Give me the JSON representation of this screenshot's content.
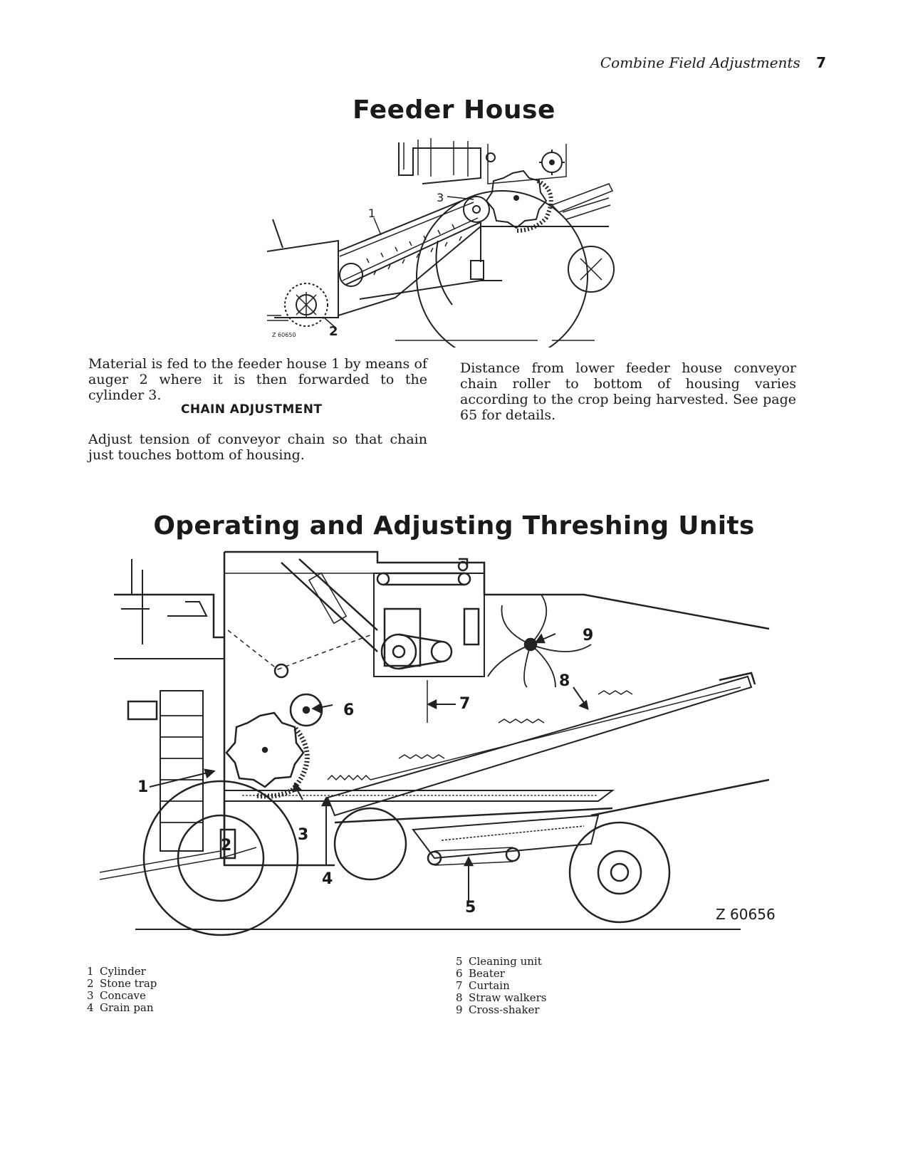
{
  "running_head": {
    "title": "Combine Field Adjustments",
    "page_number": "7"
  },
  "section1": {
    "heading": "Feeder House",
    "figure": {
      "callouts": [
        "1",
        "2",
        "3"
      ],
      "code": "Z 60650"
    },
    "left_paragraph": "Material is fed to the feeder house 1 by means of auger 2 where it is then forwarded to the cylinder 3.",
    "subheading": "CHAIN ADJUSTMENT",
    "chain_paragraph": "Adjust tension of conveyor chain so that chain just touches bottom of housing.",
    "right_paragraph": "Distance from lower feeder house conveyor chain roller to bottom of housing varies according to the crop being harvested. See page 65 for details."
  },
  "section2": {
    "heading": "Operating and Adjusting Threshing Units",
    "figure": {
      "callouts": [
        "1",
        "2",
        "3",
        "4",
        "5",
        "6",
        "7",
        "8",
        "9"
      ],
      "code": "Z 60656"
    },
    "legend_left": [
      {
        "num": "1",
        "label": "Cylinder"
      },
      {
        "num": "2",
        "label": "Stone trap"
      },
      {
        "num": "3",
        "label": "Concave"
      },
      {
        "num": "4",
        "label": "Grain pan"
      }
    ],
    "legend_right": [
      {
        "num": "5",
        "label": "Cleaning unit"
      },
      {
        "num": "6",
        "label": "Beater"
      },
      {
        "num": "7",
        "label": "Curtain"
      },
      {
        "num": "8",
        "label": "Straw walkers"
      },
      {
        "num": "9",
        "label": "Cross-shaker"
      }
    ]
  }
}
